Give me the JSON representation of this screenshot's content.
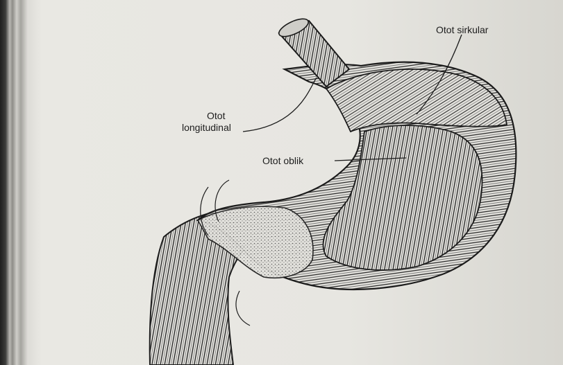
{
  "labels": {
    "circular_muscle": "Otot sirkular",
    "longitudinal_muscle_line1": "Otot",
    "longitudinal_muscle_line2": "longitudinal",
    "oblique_muscle": "Otot oblik"
  }
}
